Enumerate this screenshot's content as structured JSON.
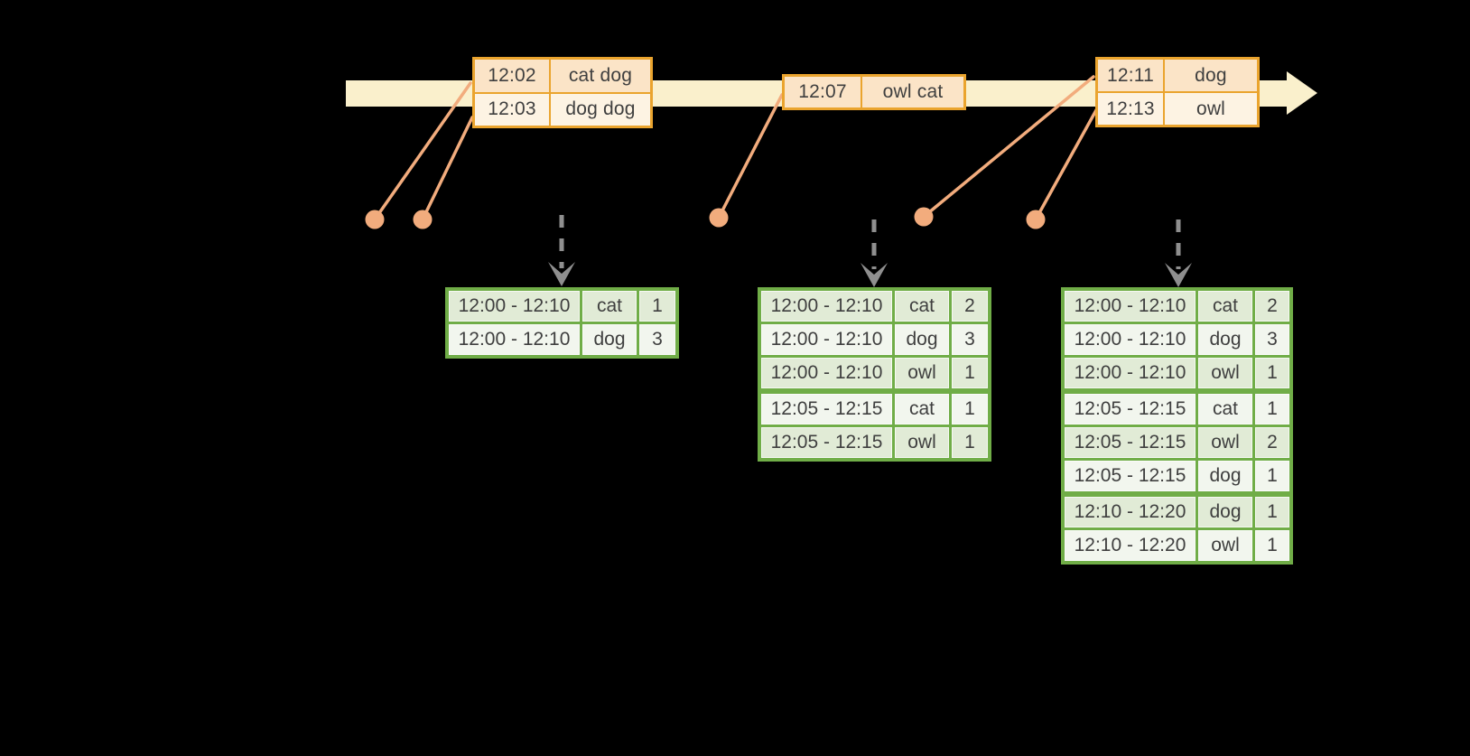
{
  "colors": {
    "bg": "#000000",
    "band": "#FAF0CC",
    "gold": "#EAA42E",
    "peach": "#FBE4C7",
    "cream": "#FDF3E3",
    "salmon": "#F2AC7D",
    "green": "#70AD47",
    "greenLight": "#E1EBD6",
    "greenWhite": "#F2F6EE",
    "gray": "#8F8F8F",
    "text": "#3F3F3F"
  },
  "event_tables": [
    {
      "name": "event-table-1",
      "rows": [
        {
          "time": "12:02",
          "words": "cat dog"
        },
        {
          "time": "12:03",
          "words": "dog dog"
        }
      ]
    },
    {
      "name": "event-table-2",
      "rows": [
        {
          "time": "12:07",
          "words": "owl cat"
        }
      ]
    },
    {
      "name": "event-table-3",
      "rows": [
        {
          "time": "12:11",
          "words": "dog"
        },
        {
          "time": "12:13",
          "words": "owl"
        }
      ]
    }
  ],
  "result_tables": [
    {
      "name": "result-table-1",
      "groups": [
        [
          {
            "window": "12:00 - 12:10",
            "word": "cat",
            "count": "1"
          },
          {
            "window": "12:00 - 12:10",
            "word": "dog",
            "count": "3"
          }
        ]
      ]
    },
    {
      "name": "result-table-2",
      "groups": [
        [
          {
            "window": "12:00 - 12:10",
            "word": "cat",
            "count": "2"
          },
          {
            "window": "12:00 - 12:10",
            "word": "dog",
            "count": "3"
          },
          {
            "window": "12:00 - 12:10",
            "word": "owl",
            "count": "1"
          }
        ],
        [
          {
            "window": "12:05 - 12:15",
            "word": "cat",
            "count": "1"
          },
          {
            "window": "12:05 - 12:15",
            "word": "owl",
            "count": "1"
          }
        ]
      ]
    },
    {
      "name": "result-table-3",
      "groups": [
        [
          {
            "window": "12:00 - 12:10",
            "word": "cat",
            "count": "2"
          },
          {
            "window": "12:00 - 12:10",
            "word": "dog",
            "count": "3"
          },
          {
            "window": "12:00 - 12:10",
            "word": "owl",
            "count": "1"
          }
        ],
        [
          {
            "window": "12:05 - 12:15",
            "word": "cat",
            "count": "1"
          },
          {
            "window": "12:05 - 12:15",
            "word": "owl",
            "count": "2"
          },
          {
            "window": "12:05 - 12:15",
            "word": "dog",
            "count": "1"
          }
        ],
        [
          {
            "window": "12:10 - 12:20",
            "word": "dog",
            "count": "1"
          },
          {
            "window": "12:10 - 12:20",
            "word": "owl",
            "count": "1"
          }
        ]
      ]
    }
  ]
}
